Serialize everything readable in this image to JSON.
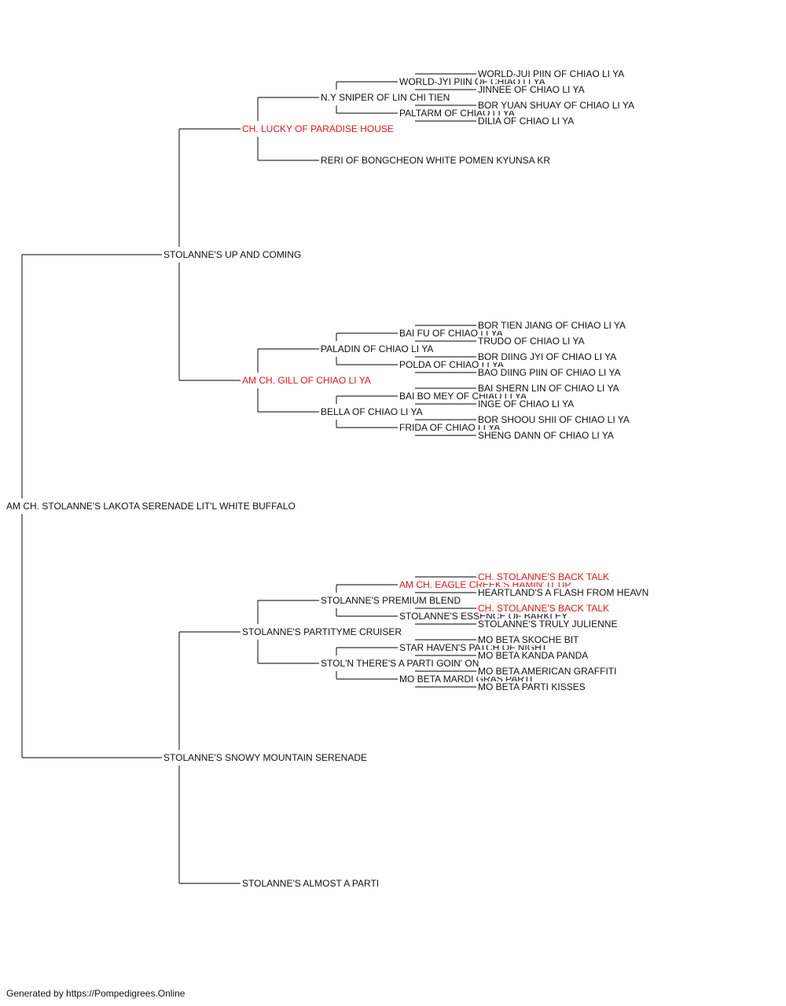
{
  "colors": {
    "champion": "#e8141a",
    "text": "#111111",
    "line": "#333333"
  },
  "pedigree": {
    "subject": {
      "name": "AM CH. STOLANNE'S LAKOTA SERENADE LIT'L WHITE BUFFALO",
      "champion": false
    },
    "sire": {
      "name": "STOLANNE'S UP AND COMING",
      "champion": false,
      "sire": {
        "name": "CH. LUCKY OF PARADISE HOUSE",
        "champion": true,
        "sire": {
          "name": "N.Y SNIPER OF LIN CHI TIEN",
          "champion": false,
          "sire": {
            "name": "WORLD-JYI PIIN OF CHIAO LI YA",
            "champion": false,
            "sire": {
              "name": "WORLD-JUI PIIN OF CHIAO LI YA",
              "champion": false
            },
            "dam": {
              "name": "JINNEE OF CHIAO LI YA",
              "champion": false
            }
          },
          "dam": {
            "name": "PALTARM OF CHIAO LI YA",
            "champion": false,
            "sire": {
              "name": "BOR YUAN SHUAY OF CHIAO LI YA",
              "champion": false
            },
            "dam": {
              "name": "DILIA OF CHIAO LI YA",
              "champion": false
            }
          }
        },
        "dam": {
          "name": "RERI OF BONGCHEON WHITE POMEN KYUNSA KR",
          "champion": false
        }
      },
      "dam": {
        "name": "AM CH. GILL OF CHIAO LI YA",
        "champion": true,
        "sire": {
          "name": "PALADIN OF CHIAO LI YA",
          "champion": false,
          "sire": {
            "name": "BAI FU OF CHIAO LI YA",
            "champion": false,
            "sire": {
              "name": "BOR TIEN JIANG OF CHIAO LI YA",
              "champion": false
            },
            "dam": {
              "name": "TRUDO OF CHIAO LI YA",
              "champion": false
            }
          },
          "dam": {
            "name": "POLDA OF CHIAO LI YA",
            "champion": false,
            "sire": {
              "name": "BOR DIING JYI OF CHIAO LI YA",
              "champion": false
            },
            "dam": {
              "name": "BAO DIING PIIN OF CHIAO LI YA",
              "champion": false
            }
          }
        },
        "dam": {
          "name": "BELLA OF CHIAO LI YA",
          "champion": false,
          "sire": {
            "name": "BAI BO MEY OF CHIAO LI YA",
            "champion": false,
            "sire": {
              "name": "BAI SHERN LIN OF CHIAO LI YA",
              "champion": false
            },
            "dam": {
              "name": "INGE OF CHIAO LI YA",
              "champion": false
            }
          },
          "dam": {
            "name": "FRIDA OF CHIAO LI YA",
            "champion": false,
            "sire": {
              "name": "BOR SHOOU SHII OF CHIAO LI YA",
              "champion": false
            },
            "dam": {
              "name": "SHENG DANN OF CHIAO LI YA",
              "champion": false
            }
          }
        }
      }
    },
    "dam": {
      "name": "STOLANNE'S SNOWY MOUNTAIN SERENADE",
      "champion": false,
      "sire": {
        "name": "STOLANNE'S PARTITYME CRUISER",
        "champion": false,
        "sire": {
          "name": "STOLANNE'S PREMIUM BLEND",
          "champion": false,
          "sire": {
            "name": "AM CH. EAGLE CREEK'S HAMIN' IT UP",
            "champion": true,
            "sire": {
              "name": "CH. STOLANNE'S BACK TALK",
              "champion": true
            },
            "dam": {
              "name": "HEARTLAND'S A FLASH FROM HEAVN",
              "champion": false
            }
          },
          "dam": {
            "name": "STOLANNE'S ESSENCE OF BARKLEY",
            "champion": false,
            "sire": {
              "name": "CH. STOLANNE'S BACK TALK",
              "champion": true
            },
            "dam": {
              "name": "STOLANNE'S TRULY JULIENNE",
              "champion": false
            }
          }
        },
        "dam": {
          "name": "STOL'N THERE'S A PARTI GOIN' ON",
          "champion": false,
          "sire": {
            "name": "STAR HAVEN'S PATCH OF NIGHT",
            "champion": false,
            "sire": {
              "name": "MO BETA SKOCHE BIT",
              "champion": false
            },
            "dam": {
              "name": "MO BETA KANDA PANDA",
              "champion": false
            }
          },
          "dam": {
            "name": "MO BETA MARDI GRAS PARTI",
            "champion": false,
            "sire": {
              "name": "MO BETA AMERICAN GRAFFITI",
              "champion": false
            },
            "dam": {
              "name": "MO BETA PARTI KISSES",
              "champion": false
            }
          }
        }
      },
      "dam": {
        "name": "STOLANNE'S ALMOST A PARTI",
        "champion": false
      }
    }
  },
  "footer": {
    "text": "Generated by https://Pompedigrees.Online"
  }
}
